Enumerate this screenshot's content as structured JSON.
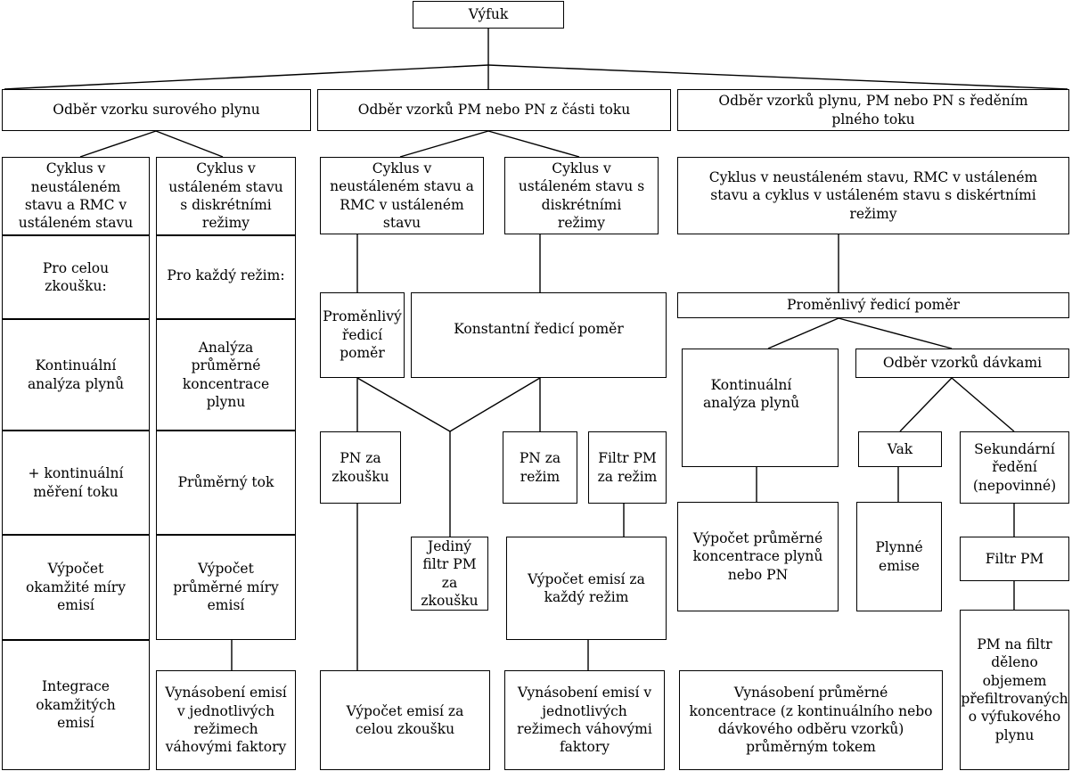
{
  "root": "Výfuk",
  "columns": {
    "raw": {
      "title": "Odběr vzorku surového plynu",
      "transient": {
        "cycle": "Cyklus v neustáleném stavu a RMC v ustáleném stavu",
        "scope": "Pro celou zkoušku:",
        "analysis": "Kontinuální analýza plynů",
        "flow": "+ kontinuální měření toku",
        "calc": "Výpočet okamžité míry emisí",
        "result": "Integrace okamžitých emisí"
      },
      "steady": {
        "cycle": "Cyklus v ustáleném stavu s diskrétními režimy",
        "scope": "Pro každý režim:",
        "analysis": "Analýza průměrné koncentrace plynu",
        "flow": "Průměrný tok",
        "calc": "Výpočet průměrné míry emisí",
        "result": "Vynásobení emisí v jednotlivých režimech váhovými faktory"
      }
    },
    "partial": {
      "title": "Odběr vzorků PM nebo PN z části toku",
      "transient_cycle": "Cyklus v neustáleném stavu a RMC v ustáleném stavu",
      "steady_cycle": "Cyklus v ustáleném stavu s diskrétními režimy",
      "variable_ratio": "Proměnlivý ředicí poměr",
      "constant_ratio": "Konstantní ředicí poměr",
      "pn_test": "PN za zkoušku",
      "single_filter": "Jediný filtr PM za zkoušku",
      "pn_mode": "PN za režim",
      "filter_mode": "Filtr PM za režim",
      "calc_test": "Výpočet emisí za celou zkoušku",
      "calc_mode": "Výpočet emisí za každý režim",
      "multiply": "Vynásobení emisí v jednotlivých režimech váhovými faktory"
    },
    "full": {
      "title": "Odběr vzorků plynu, PM nebo PN s ředěním plného toku",
      "cycles": "Cyklus v neustáleném stavu, RMC v ustáleném stavu a cyklus v ustáleném stavu s diskértními režimy",
      "variable_ratio": "Proměnlivý ředicí poměr",
      "continuous": "Kontinuální analýza plynů",
      "batch": "Odběr vzorků dávkami",
      "bag": "Vak",
      "secondary": "Sekundární ředění (nepovinné)",
      "calc_conc": "Výpočet průměrné koncentrace plynů nebo PN",
      "gas_emissions": "Plynné emise",
      "filter": "Filtr PM",
      "pm_result": "PM na filtr děleno objemem přefiltrovaných o výfukového plynu",
      "multiply": "Vynásobení průměrné koncentrace (z kontinuálního nebo dávkového odběru vzorků) průměrným tokem"
    }
  }
}
